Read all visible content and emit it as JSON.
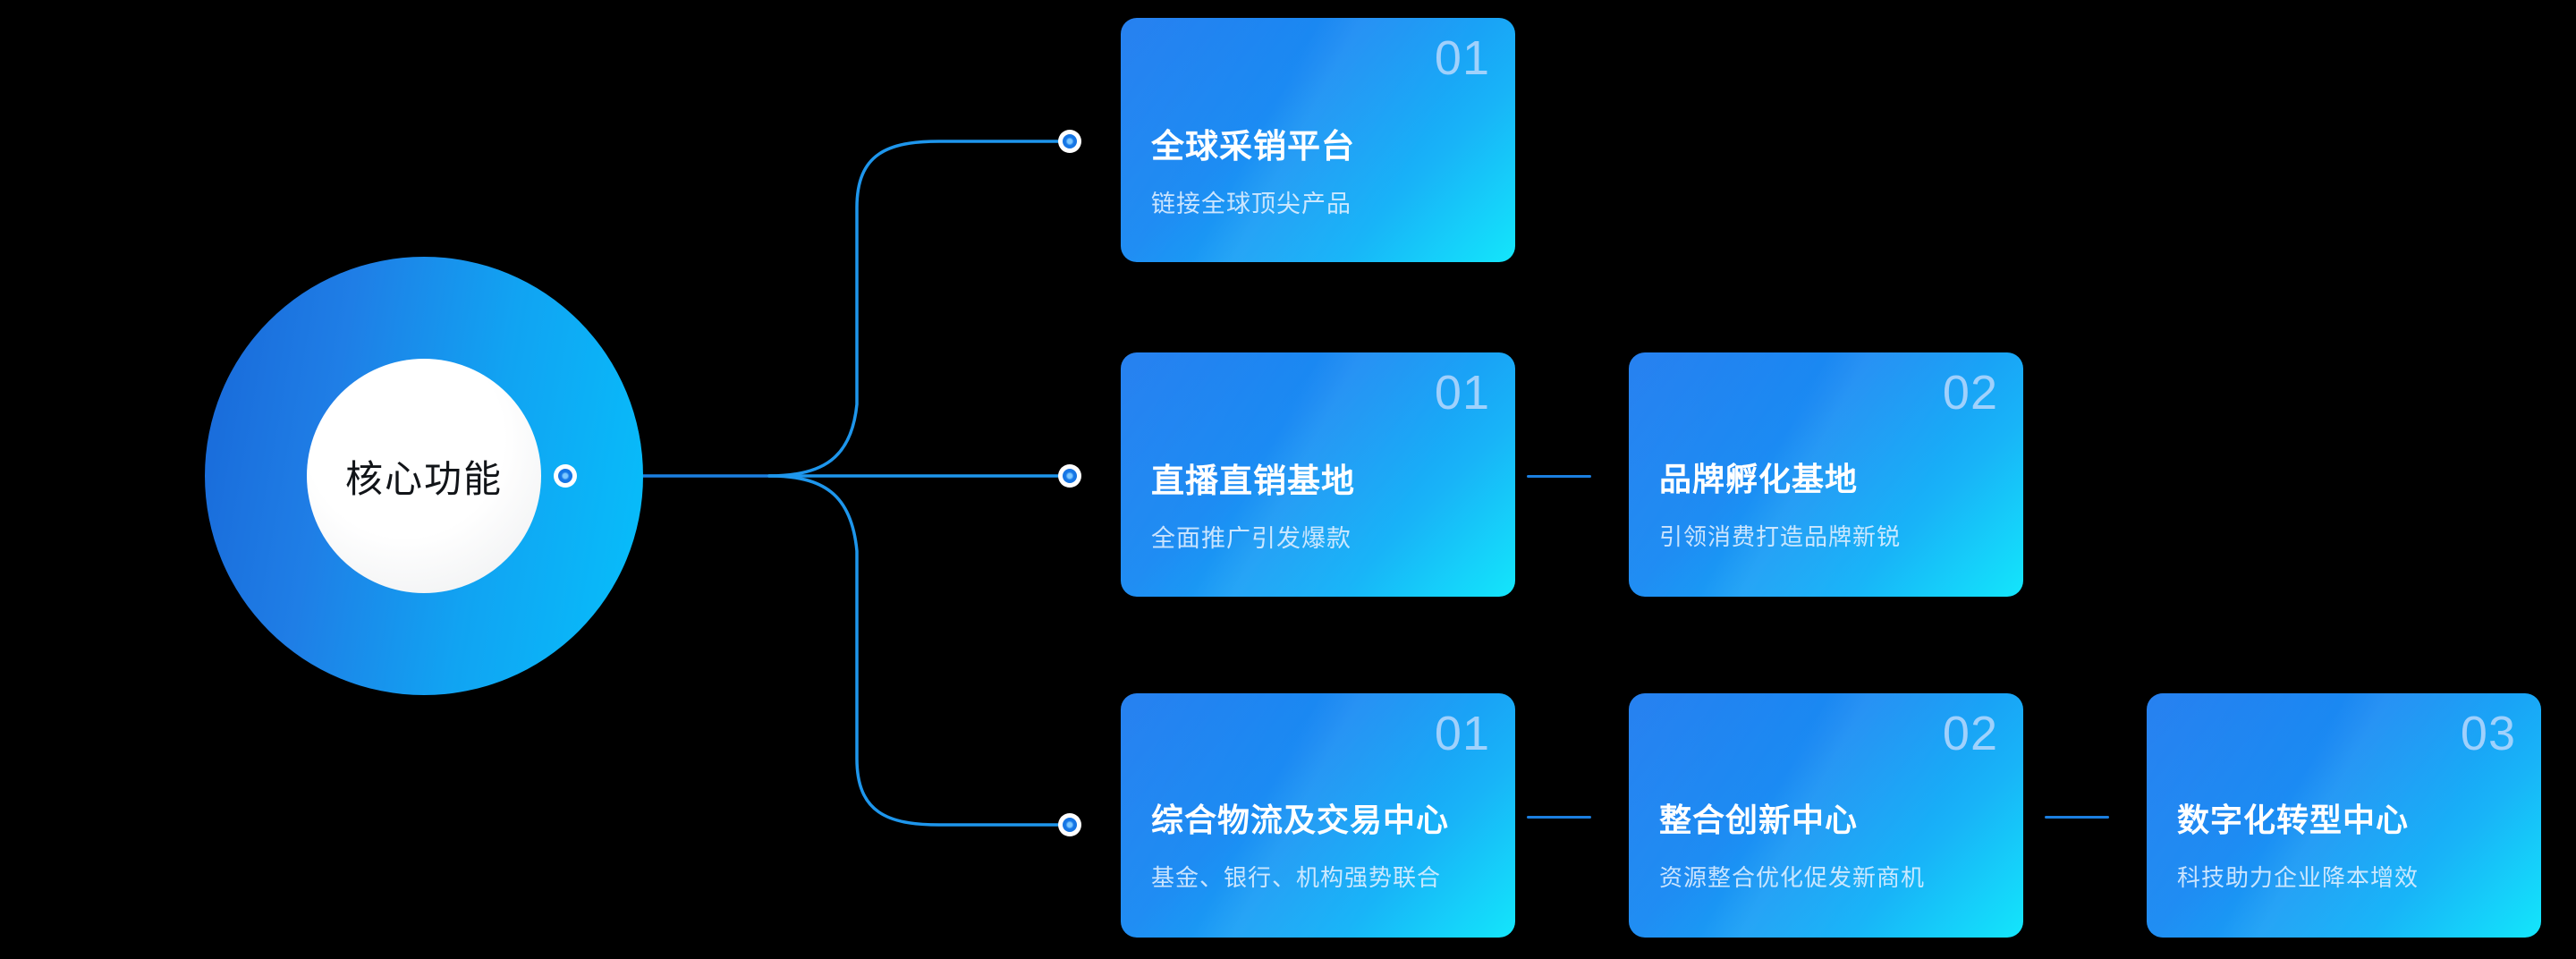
{
  "hub": {
    "label": "核心功能",
    "colors": {
      "ring_start": "#1868d8",
      "ring_end": "#06c0fb",
      "inner": "#ffffff"
    }
  },
  "colors": {
    "background": "#000000",
    "wire": "#1e96ec",
    "wire_trunk": "#1b7fe0",
    "card_gradient_start": "#1878ef",
    "card_gradient_end": "#13e6fb",
    "number": "#bedbfc",
    "link_line": "#1b7fe0"
  },
  "branches": [
    {
      "id": "branch-1",
      "cards": [
        {
          "number": "01",
          "title": "全球采销平台",
          "subtitle": "链接全球顶尖产品"
        }
      ]
    },
    {
      "id": "branch-2",
      "cards": [
        {
          "number": "01",
          "title": "直播直销基地",
          "subtitle": "全面推广引发爆款"
        },
        {
          "number": "02",
          "title": "品牌孵化基地",
          "subtitle": "引领消费打造品牌新锐"
        }
      ]
    },
    {
      "id": "branch-3",
      "cards": [
        {
          "number": "01",
          "title": "综合物流及交易中心",
          "subtitle": "基金、银行、机构强势联合"
        },
        {
          "number": "02",
          "title": "整合创新中心",
          "subtitle": "资源整合优化促发新商机"
        },
        {
          "number": "03",
          "title": "数字化转型中心",
          "subtitle": "科技助力企业降本增效"
        }
      ]
    }
  ]
}
